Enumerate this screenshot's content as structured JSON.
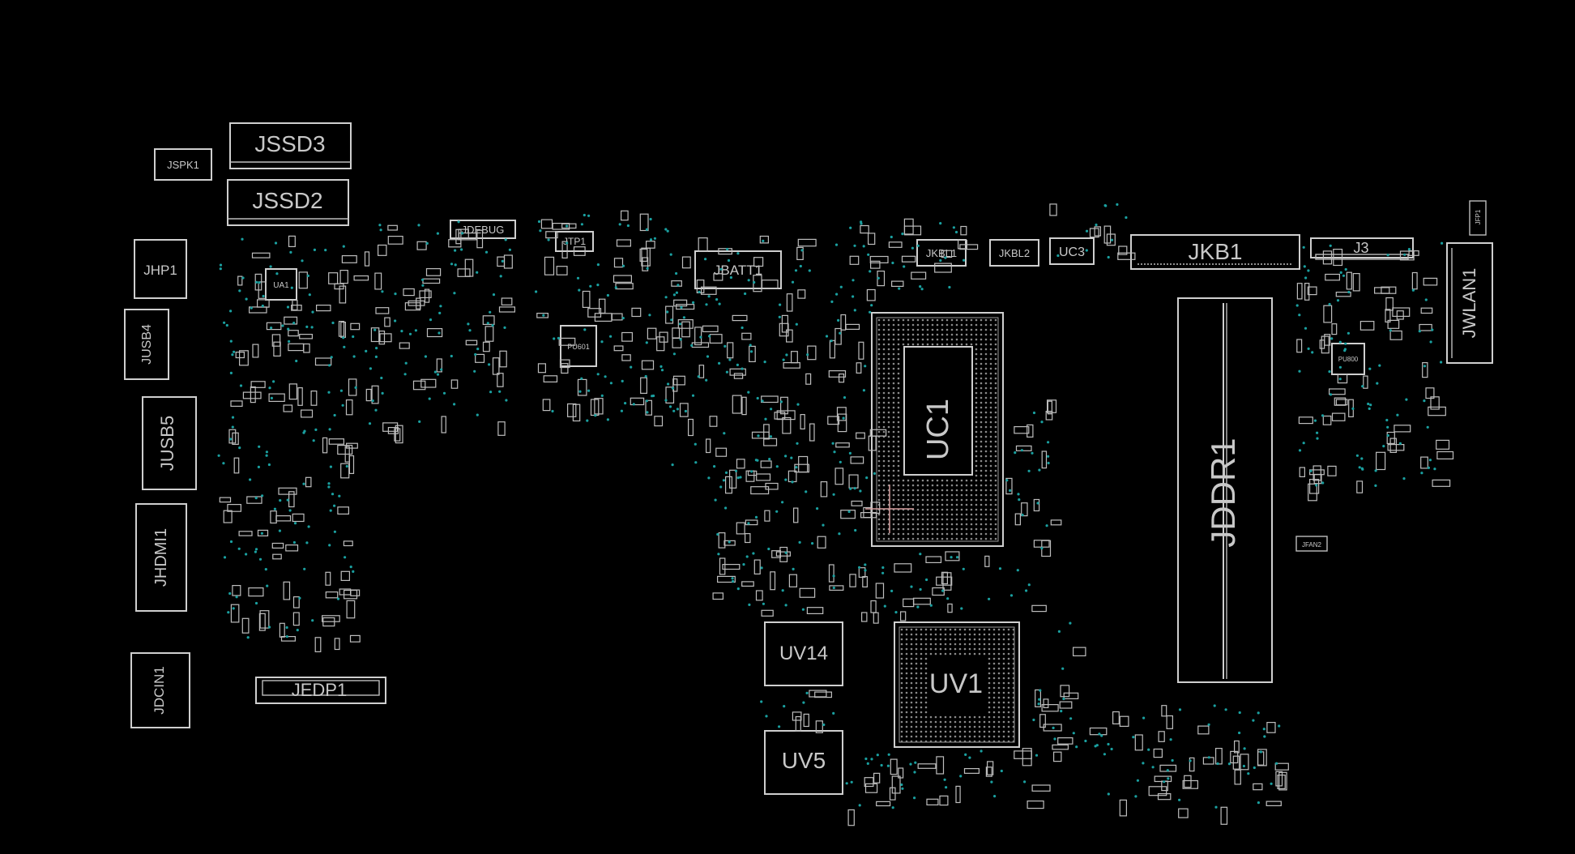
{
  "board": {
    "background": "#000000",
    "line_color": "#cfcfcf",
    "via_color": "#1aa0a0",
    "cursor_color": "#d8a0a0"
  },
  "components": {
    "jssd3": "JSSD3",
    "jssd2": "JSSD2",
    "jspk1": "JSPK1",
    "jhp1": "JHP1",
    "jusb4": "JUSB4",
    "jusb5": "JUSB5",
    "jhdmi1": "JHDMI1",
    "jdcin1": "JDCIN1",
    "jedp1": "JEDP1",
    "jdebug": "JDEBUG",
    "jtp1": "JTP1",
    "jbatt1": "JBATT1",
    "jkbl1": "JKBL1",
    "jkbl2": "JKBL2",
    "uc3": "UC3",
    "jkb1": "JKB1",
    "j3": "J3",
    "jwlan1": "JWLAN1",
    "jfp1": "JFP1",
    "uc1": "UC1",
    "jddr1": "JDDR1",
    "uv14": "UV14",
    "uv5": "UV5",
    "uv1": "UV1",
    "ua1": "UA1",
    "pu601": "PU601",
    "pu800": "PU800",
    "jfan2": "JFAN2"
  }
}
